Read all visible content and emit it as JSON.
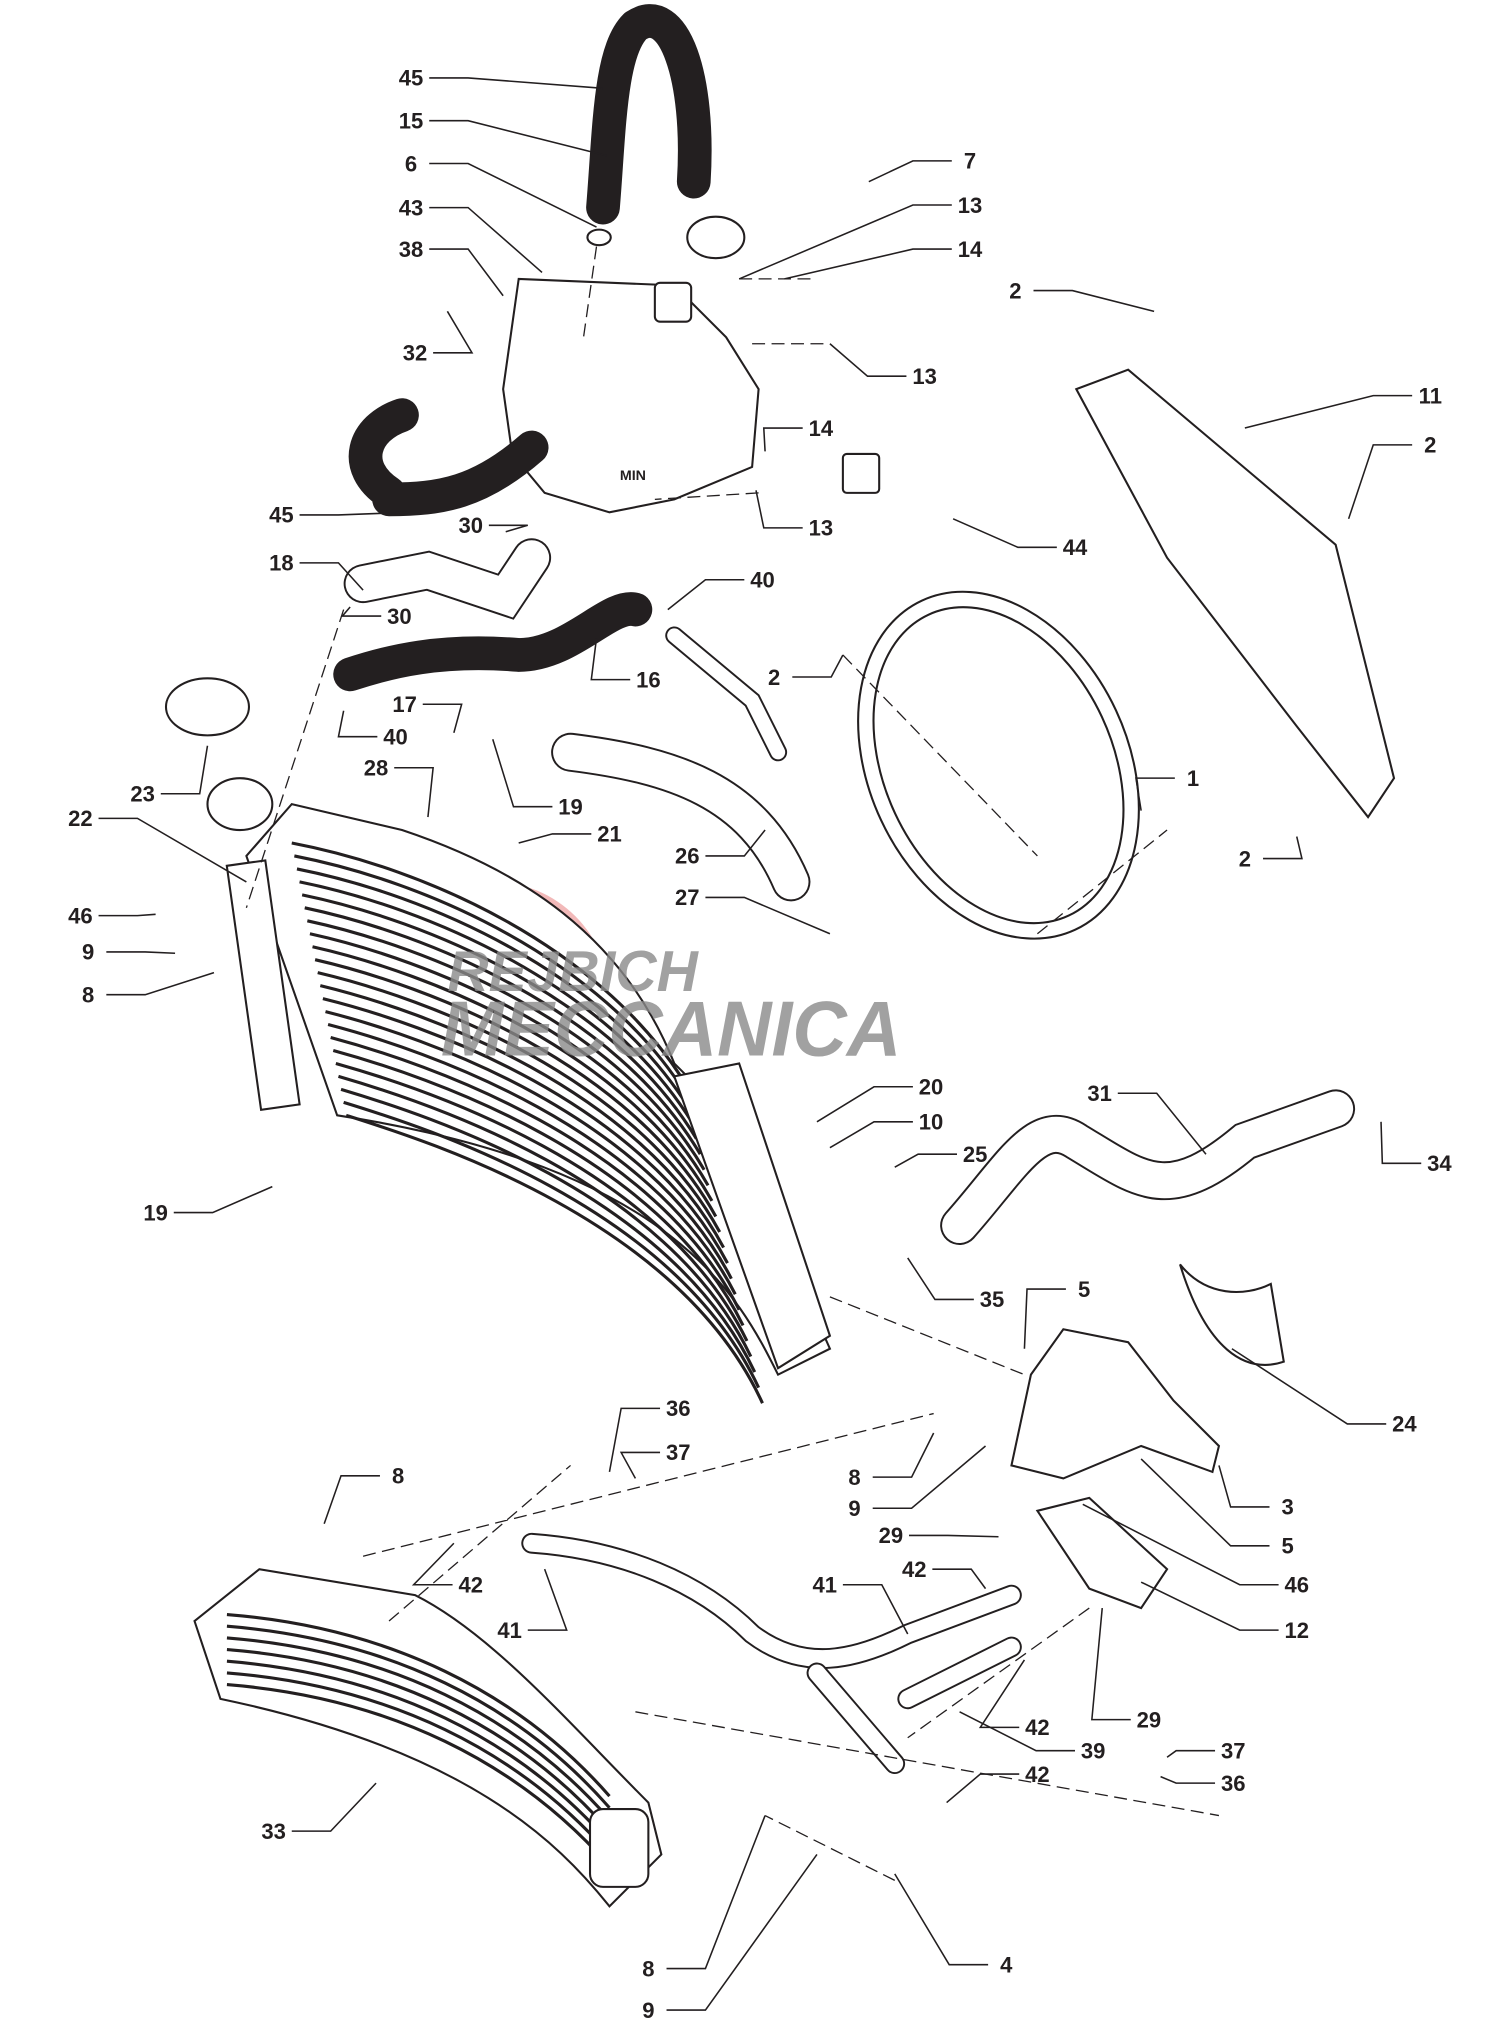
{
  "diagram": {
    "title": "Radiator / cooling system exploded parts diagram",
    "watermark": "REJBICH MECCANICA",
    "tank_marking": "MIN",
    "callouts": [
      "45",
      "15",
      "6",
      "43",
      "38",
      "32",
      "7",
      "13",
      "14",
      "13",
      "2",
      "11",
      "2",
      "14",
      "13",
      "44",
      "45",
      "30",
      "18",
      "30",
      "40",
      "16",
      "2",
      "17",
      "40",
      "28",
      "19",
      "21",
      "26",
      "27",
      "23",
      "22",
      "46",
      "9",
      "8",
      "1",
      "2",
      "20",
      "10",
      "25",
      "31",
      "34",
      "35",
      "19",
      "5",
      "24",
      "3",
      "5",
      "36",
      "37",
      "8",
      "8",
      "9",
      "29",
      "46",
      "12",
      "42",
      "41",
      "41",
      "42",
      "29",
      "42",
      "39",
      "42",
      "37",
      "36",
      "33",
      "4",
      "8",
      "9"
    ]
  }
}
